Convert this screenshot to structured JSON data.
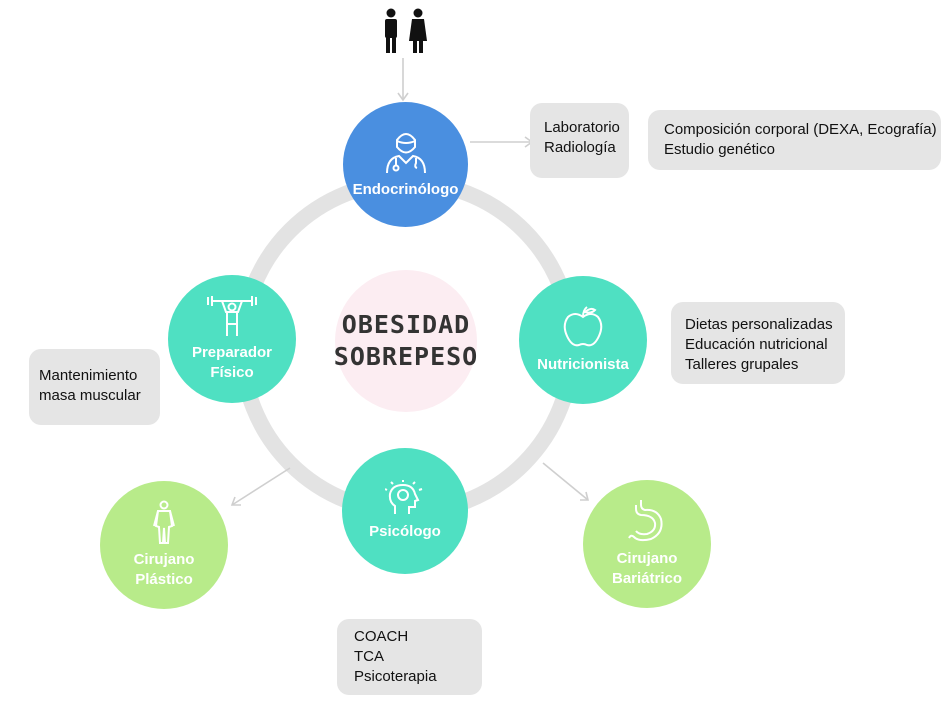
{
  "center": {
    "line1": "OBESIDAD",
    "line2": "SOBREPESO"
  },
  "nodes": {
    "endocrinologo": {
      "label": "Endocrinólogo",
      "icon": "doctor-icon",
      "color": "#4a8fe0"
    },
    "nutricionista": {
      "label": "Nutricionista",
      "icon": "apple-icon",
      "color": "#4fe0c2"
    },
    "psicologo": {
      "label": "Psicólogo",
      "icon": "head-brain-icon",
      "color": "#4fe0c2"
    },
    "preparador": {
      "line1": "Preparador",
      "line2": "Físico",
      "icon": "weightlifter-icon",
      "color": "#4fe0c2"
    },
    "cirujano_plastico": {
      "line1": "Cirujano",
      "line2": "Plástico",
      "icon": "body-icon",
      "color": "#b8eb8a"
    },
    "cirujano_bariatrico": {
      "line1": "Cirujano",
      "line2": "Bariátrico",
      "icon": "stomach-icon",
      "color": "#b8eb8a"
    }
  },
  "boxes": {
    "endocrino_tests": [
      "Laboratorio",
      "Radiología"
    ],
    "endocrino_extra": [
      "Composición corporal (DEXA, Ecografía)",
      "Estudio genético"
    ],
    "nutricion": [
      "Dietas personalizadas",
      "Educación nutricional",
      "Talleres grupales"
    ],
    "preparador": [
      "Mantenimiento",
      "masa muscular"
    ],
    "psicologo": [
      "COACH",
      "TCA",
      "Psicoterapia"
    ]
  },
  "top_icon": "man-woman-icon"
}
